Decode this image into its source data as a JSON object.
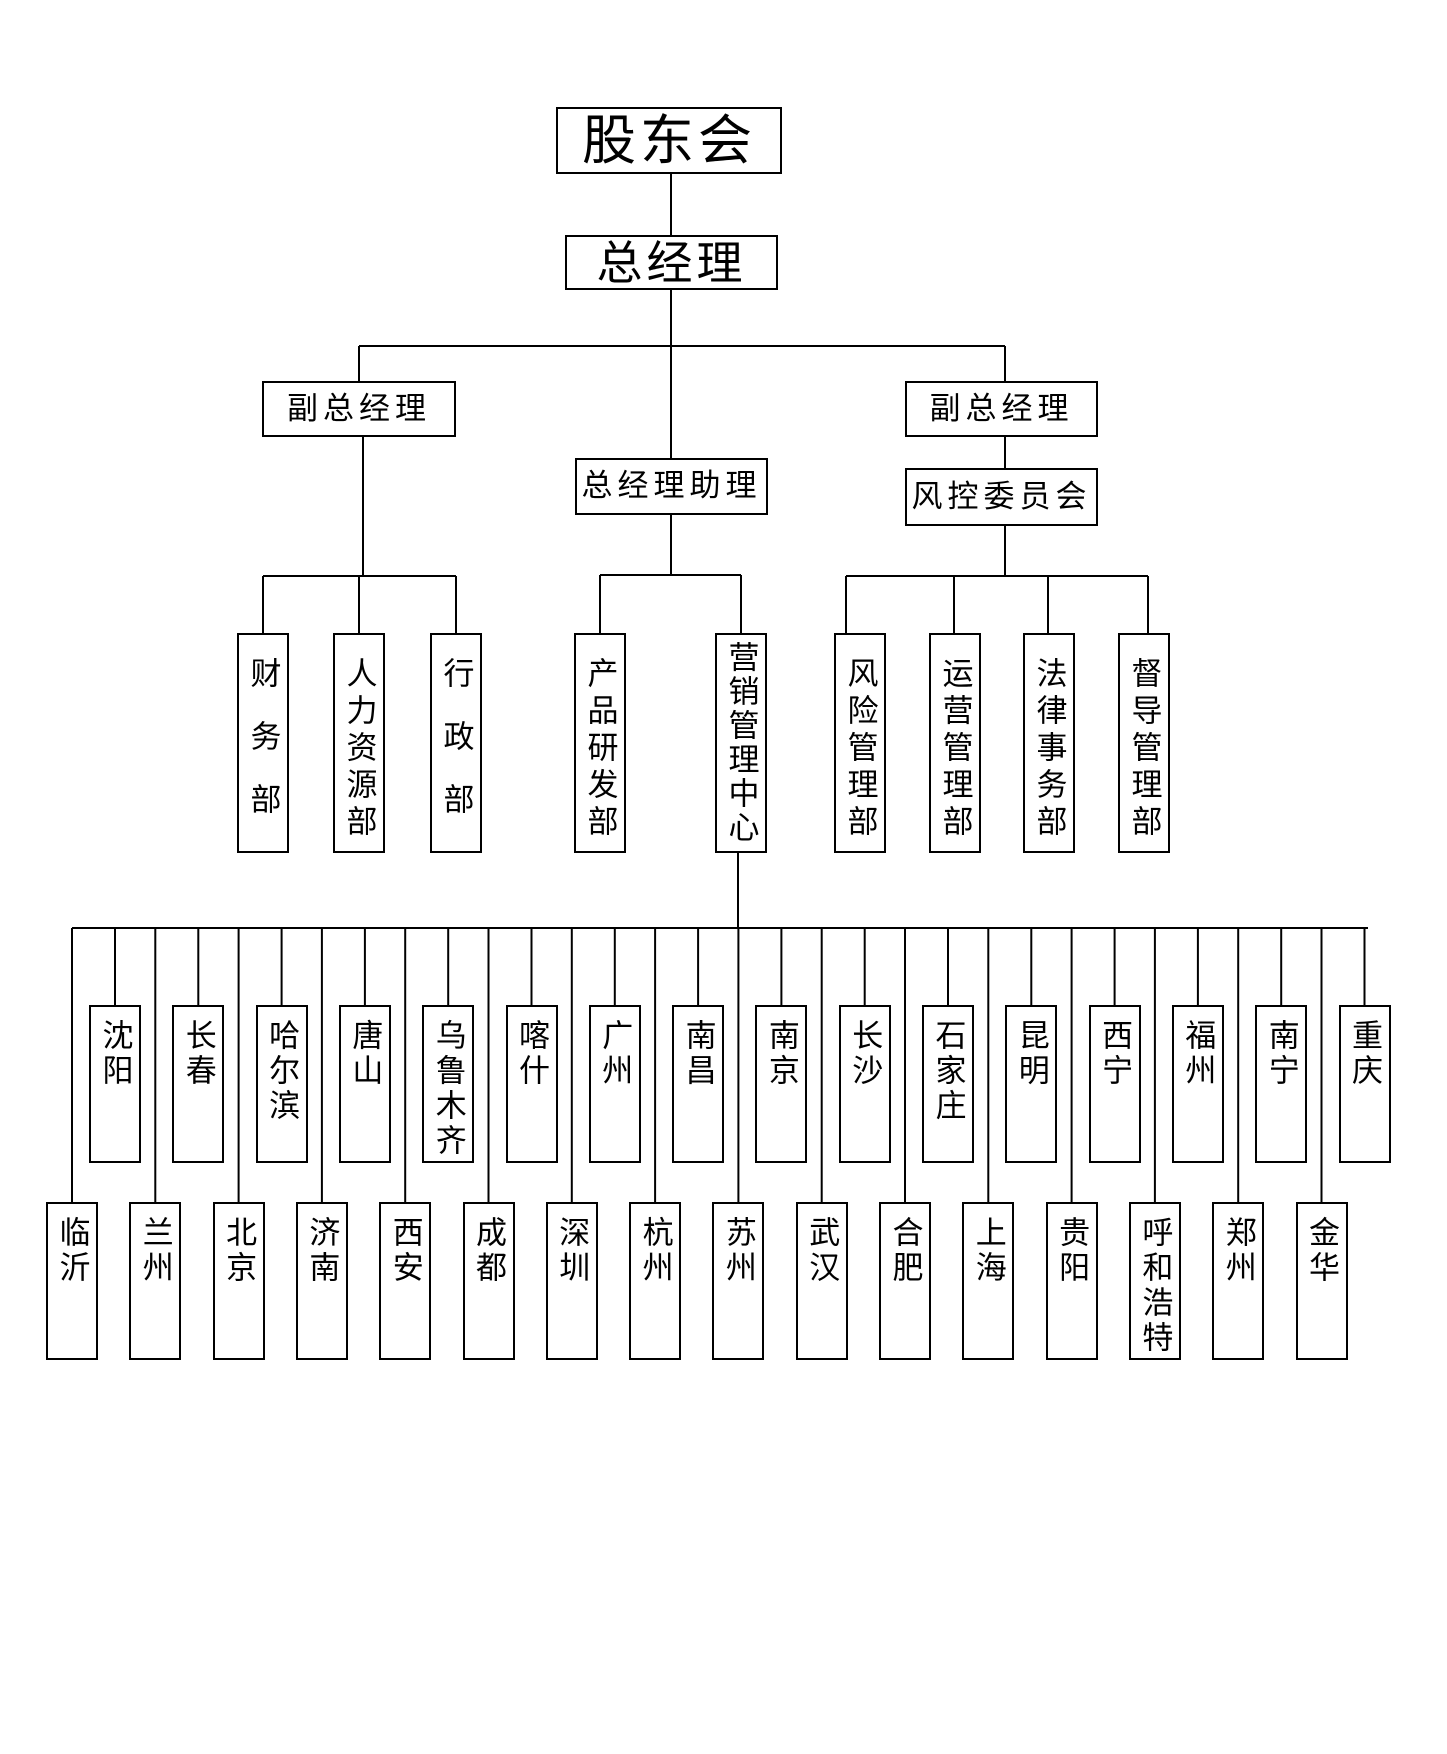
{
  "top": {
    "shareholders": "股东会",
    "general_manager": "总经理",
    "vice_gm_left": "副总经理",
    "gm_assistant": "总经理助理",
    "vice_gm_right": "副总经理",
    "risk_committee": "风控委员会"
  },
  "departments_left": [
    "财务部",
    "人力资源部",
    "行政部"
  ],
  "departments_middle": [
    "产品研发部",
    "营销管理中心"
  ],
  "departments_right": [
    "风险管理部",
    "运营管理部",
    "法律事务部",
    "督导管理部"
  ],
  "branches_upper": [
    "沈阳",
    "长春",
    "哈尔滨",
    "唐山",
    "乌鲁木齐",
    "喀什",
    "广州",
    "南昌",
    "南京",
    "长沙",
    "石家庄",
    "昆明",
    "西宁",
    "福州",
    "南宁",
    "重庆"
  ],
  "branches_lower": [
    "临沂",
    "兰州",
    "北京",
    "济南",
    "西安",
    "成都",
    "深圳",
    "杭州",
    "苏州",
    "武汉",
    "合肥",
    "上海",
    "贵阳",
    "呼和浩特",
    "郑州",
    "金华"
  ]
}
